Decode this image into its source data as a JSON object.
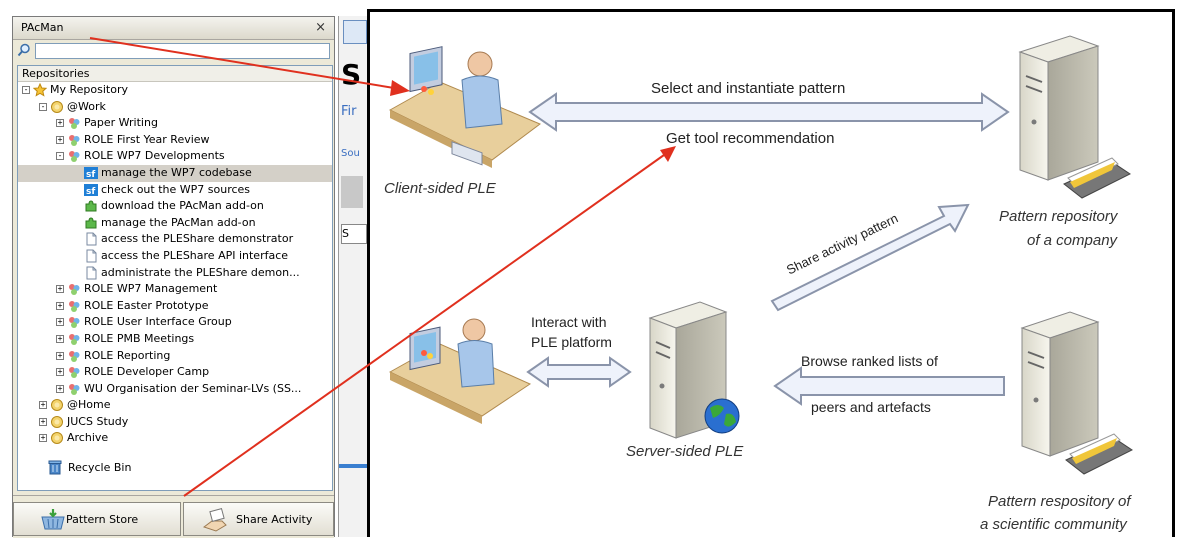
{
  "panel": {
    "title": "PAcMan",
    "close": "×",
    "repositories_header": "Repositories",
    "tree": [
      {
        "label": "My Repository",
        "level": 0,
        "icon": "star-icon",
        "exp": "-"
      },
      {
        "label": "@Work",
        "level": 1,
        "icon": "folder-icon",
        "exp": "-"
      },
      {
        "label": "Paper Writing",
        "level": 2,
        "icon": "group-icon",
        "exp": "+"
      },
      {
        "label": "ROLE First Year Review",
        "level": 2,
        "icon": "group-icon",
        "exp": "+"
      },
      {
        "label": "ROLE WP7 Developments",
        "level": 2,
        "icon": "group-icon",
        "exp": "-"
      },
      {
        "label": "manage the WP7 codebase",
        "level": 3,
        "icon": "sf-icon",
        "exp": "",
        "selected": true
      },
      {
        "label": "check out the WP7 sources",
        "level": 3,
        "icon": "sf-icon",
        "exp": ""
      },
      {
        "label": "download the PAcMan add-on",
        "level": 3,
        "icon": "puzzle-icon",
        "exp": ""
      },
      {
        "label": "manage the PAcMan add-on",
        "level": 3,
        "icon": "puzzle-icon",
        "exp": ""
      },
      {
        "label": "access the PLEShare demonstrator",
        "level": 3,
        "icon": "document-icon",
        "exp": ""
      },
      {
        "label": "access the PLEShare API interface",
        "level": 3,
        "icon": "document-icon",
        "exp": ""
      },
      {
        "label": "administrate the PLEShare demon...",
        "level": 3,
        "icon": "document-icon",
        "exp": ""
      },
      {
        "label": "ROLE WP7 Management",
        "level": 2,
        "icon": "group-icon",
        "exp": "+"
      },
      {
        "label": "ROLE Easter Prototype",
        "level": 2,
        "icon": "group-icon",
        "exp": "+"
      },
      {
        "label": "ROLE User Interface Group",
        "level": 2,
        "icon": "group-icon",
        "exp": "+"
      },
      {
        "label": "ROLE PMB Meetings",
        "level": 2,
        "icon": "group-icon",
        "exp": "+"
      },
      {
        "label": "ROLE Reporting",
        "level": 2,
        "icon": "group-icon",
        "exp": "+"
      },
      {
        "label": "ROLE Developer Camp",
        "level": 2,
        "icon": "group-icon",
        "exp": "+"
      },
      {
        "label": "WU Organisation der Seminar-LVs (SS...",
        "level": 2,
        "icon": "group-icon",
        "exp": "+"
      },
      {
        "label": "@Home",
        "level": 1,
        "icon": "folder-icon",
        "exp": "+"
      },
      {
        "label": "JUCS Study",
        "level": 1,
        "icon": "folder-icon",
        "exp": "+"
      },
      {
        "label": "Archive",
        "level": 1,
        "icon": "folder-icon",
        "exp": "+"
      }
    ],
    "recycle_bin": "Recycle Bin",
    "tab_pattern_store": "Pattern Store",
    "tab_share_activity": "Share Activity"
  },
  "strip": {
    "letters": [
      "S",
      "Fir",
      "Sou",
      "S"
    ]
  },
  "diagram": {
    "select_instantiate": "Select and instantiate pattern",
    "get_tool_recommendation": "Get tool recommendation",
    "client_sided_ple": "Client-sided PLE",
    "pattern_repo_company_1": "Pattern repository",
    "pattern_repo_company_2": "of a company",
    "share_activity_pattern": "Share activity pattern",
    "interact_with_1": "Interact with",
    "interact_with_2": "PLE platform",
    "browse_ranked_1": "Browse ranked lists of",
    "browse_ranked_2": "peers and artefacts",
    "server_sided_ple": "Server-sided PLE",
    "pattern_repo_sci_1": "Pattern respository of",
    "pattern_repo_sci_2": "a scientific community"
  },
  "colors": {
    "arrow_red": "#e0301e",
    "arrow_fill": "#eef2fb",
    "arrow_stroke": "#8a94aa"
  }
}
